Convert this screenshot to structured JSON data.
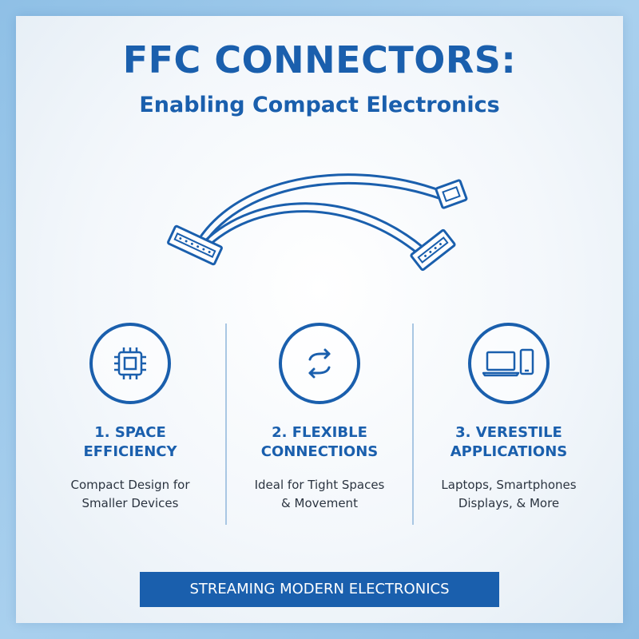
{
  "header": {
    "title": "FFC CONNECTORS:",
    "subtitle": "Enabling Compact Electronics"
  },
  "illustration": {
    "icon": "ffc-cable-icon"
  },
  "features": [
    {
      "icon": "chip-icon",
      "title": "1. SPACE\nEFFICIENCY",
      "description": "Compact Design for\nSmaller Devices"
    },
    {
      "icon": "swap-arrows-icon",
      "title": "2. FLEXIBLE\nCONNECTIONS",
      "description": "Ideal for Tight Spaces\n& Movement"
    },
    {
      "icon": "laptop-phone-icon",
      "title": "3. VERESTILE\nAPPLICATIONS",
      "description": "Laptops, Smartphones\nDisplays, & More"
    }
  ],
  "banner": {
    "text": "STREAMING MODERN ELECTRONICS"
  },
  "colors": {
    "accent": "#1a5fad",
    "text": "#2b3440",
    "background": "#a9d0ee"
  }
}
